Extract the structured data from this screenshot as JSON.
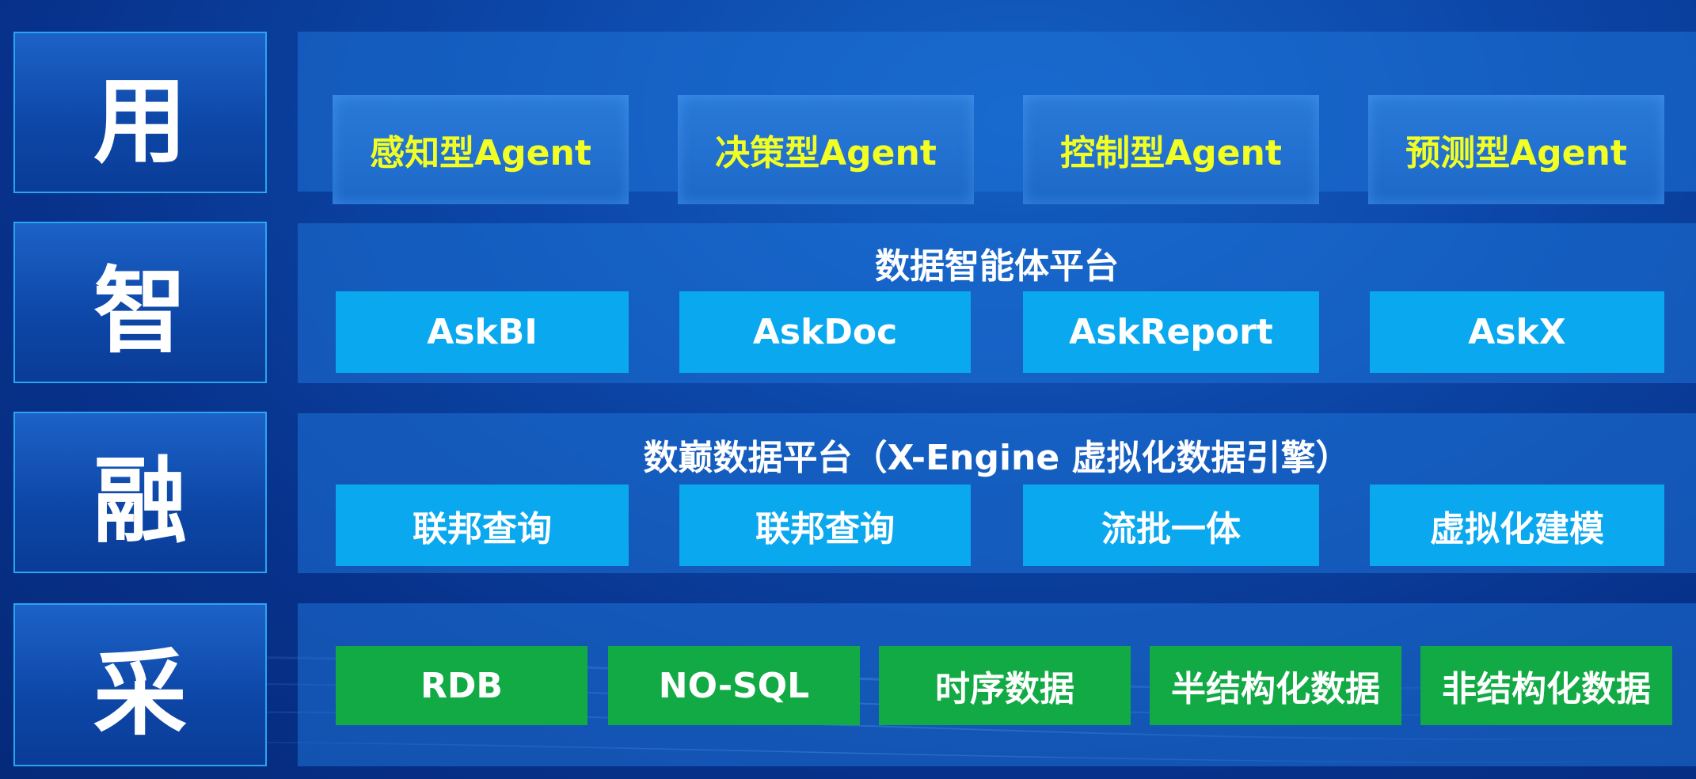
{
  "layers": [
    {
      "label": "用",
      "items": [
        "感知型Agent",
        "决策型Agent",
        "控制型Agent",
        "预测型Agent"
      ]
    },
    {
      "label": "智",
      "title": "数据智能体平台",
      "items": [
        "AskBI",
        "AskDoc",
        "AskReport",
        "AskX"
      ]
    },
    {
      "label": "融",
      "title": "数巅数据平台（X-Engine 虚拟化数据引擎）",
      "items": [
        "联邦查询",
        "联邦查询",
        "流批一体",
        "虚拟化建模"
      ]
    },
    {
      "label": "采",
      "items": [
        "RDB",
        "NO-SQL",
        "时序数据",
        "半结构化数据",
        "非结构化数据"
      ]
    }
  ],
  "colors": {
    "background": "#0a3c98",
    "label_border": "#2aa5f0",
    "agent_text": "#f2ff24",
    "cyan_box": "#0aa8ee",
    "green_box": "#12aa45"
  }
}
